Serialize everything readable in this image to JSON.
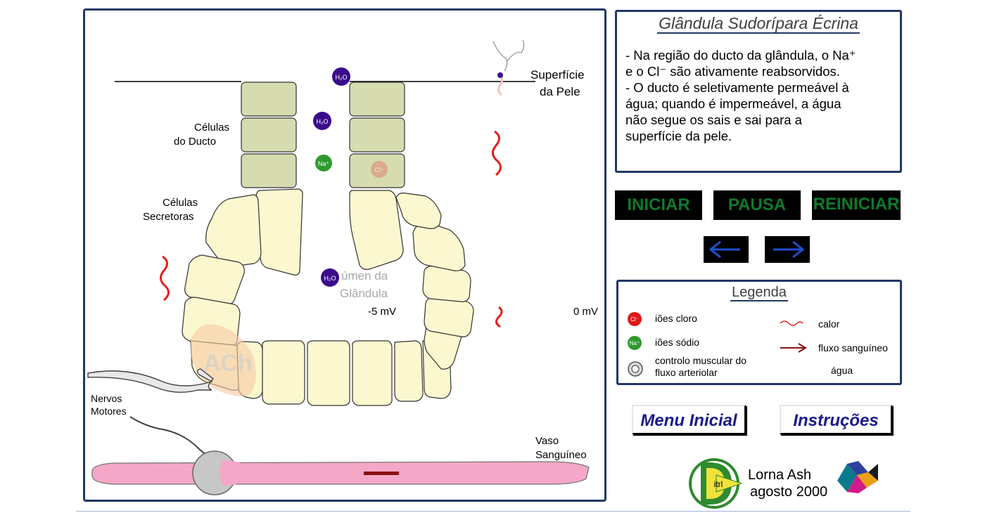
{
  "simulation": {
    "skin_surface": [
      "Superfície",
      "da Pele"
    ],
    "duct_cells": [
      "Células",
      "do Ducto"
    ],
    "secretory_cells": [
      "Células",
      "Secretoras"
    ],
    "lumen": [
      "úmen da",
      "Glândula"
    ],
    "lumen_voltage": "-5 mV",
    "outside_voltage": "0 mV",
    "ach": "ACh",
    "motor_nerves": [
      "Nervos",
      "Motores"
    ],
    "blood_vessel": [
      "Vaso",
      "Sanguíneo"
    ],
    "h2o": "H₂O",
    "na": "Na⁺",
    "cl": "Cl⁻"
  },
  "info": {
    "title": "Glândula Sudorípara Écrina",
    "lines": [
      "- Na região do ducto da glândula, o Na⁺",
      "e o Cl⁻ são ativamente reabsorvidos.",
      "- O ducto é seletivamente permeável à",
      "água; quando é impermeável, a água",
      "não segue os sais e sai para a",
      "superfície da pele."
    ]
  },
  "controls": {
    "start": "INICIAR",
    "pause": "PAUSA",
    "restart": "REINICIAR",
    "back_icon": "arrow-left-icon",
    "next_icon": "arrow-right-icon"
  },
  "legend": {
    "title": "Legenda",
    "chloride": "iões cloro",
    "sodium": "iões sódio",
    "muscle": [
      "controlo muscular do",
      "fluxo arteriolar"
    ],
    "heat": "calor",
    "blood_flow": "fluxo sanguíneo",
    "water": "água"
  },
  "nav": {
    "main_menu": "Menu Inicial",
    "instructions": "Instruções"
  },
  "credit": {
    "logo_text": "itrl",
    "author": "Lorna Ash",
    "date": "agosto 2000"
  },
  "colors": {
    "frame": "#1f3864",
    "duct_cell": "#d6dcb0",
    "secretory_cell": "#fbf7cf",
    "water_ion": "#3a0a8c",
    "sodium_ion": "#2e9a2e",
    "chloride_ion": "#e01818",
    "heat": "#e81c1c",
    "vessel": "#f4a7c7",
    "button_text": "#0e7a2a",
    "nav_text": "#1a1a8c"
  }
}
